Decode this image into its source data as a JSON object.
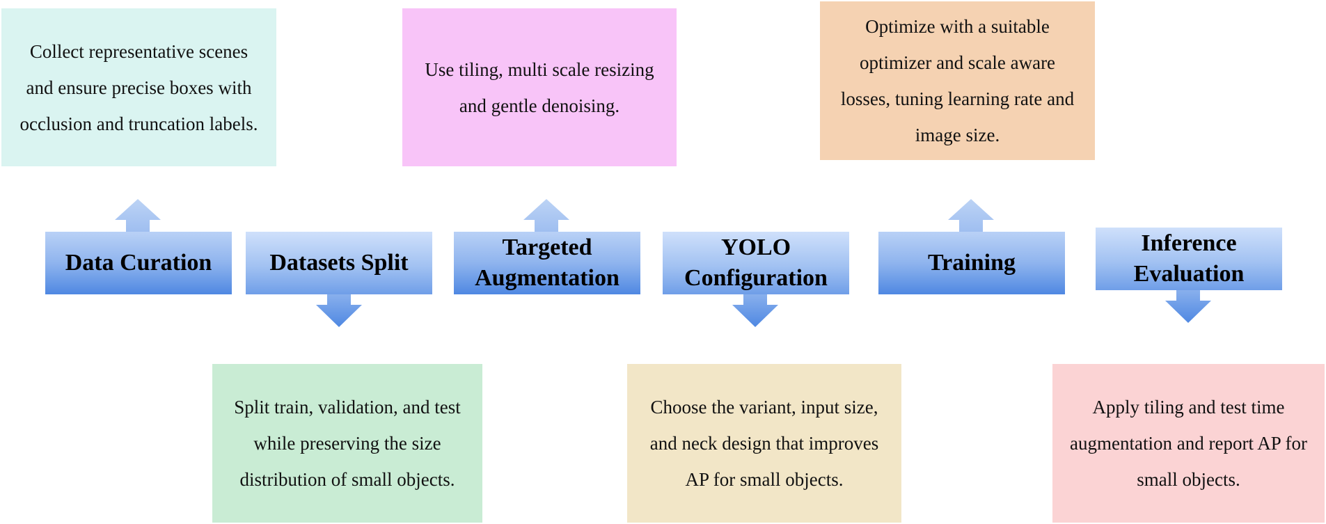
{
  "steps": [
    {
      "name": "Data Curation"
    },
    {
      "name": "Datasets Split"
    },
    {
      "name": "Targeted Augmentation"
    },
    {
      "name": "YOLO Configuration"
    },
    {
      "name": "Training"
    },
    {
      "name": "Inference Evaluation"
    }
  ],
  "notes": {
    "data_curation": "Collect representative scenes and ensure precise boxes with occlusion and truncation labels.",
    "datasets_split": "Split train, validation, and test while preserving the size distribution of small objects.",
    "targeted_augmentation": "Use tiling, multi scale resizing and gentle denoising.",
    "yolo_configuration": "Choose the variant, input size, and neck design that improves AP for small objects.",
    "training": "Optimize with a suitable optimizer and scale aware losses, tuning learning rate and image size.",
    "inference_evaluation": "Apply tiling and test time augmentation and report AP for small objects."
  },
  "colors": {
    "note_data_curation": "#daf4f1",
    "note_datasets_split": "#c9ecd4",
    "note_targeted_augmentation": "#f8c4f8",
    "note_yolo_configuration": "#f2e6c7",
    "note_training": "#f5d2b2",
    "note_inference_evaluation": "#fbd3d4",
    "step_fill_light": "#cfe0fb",
    "step_fill_dark": "#4f88e2"
  }
}
